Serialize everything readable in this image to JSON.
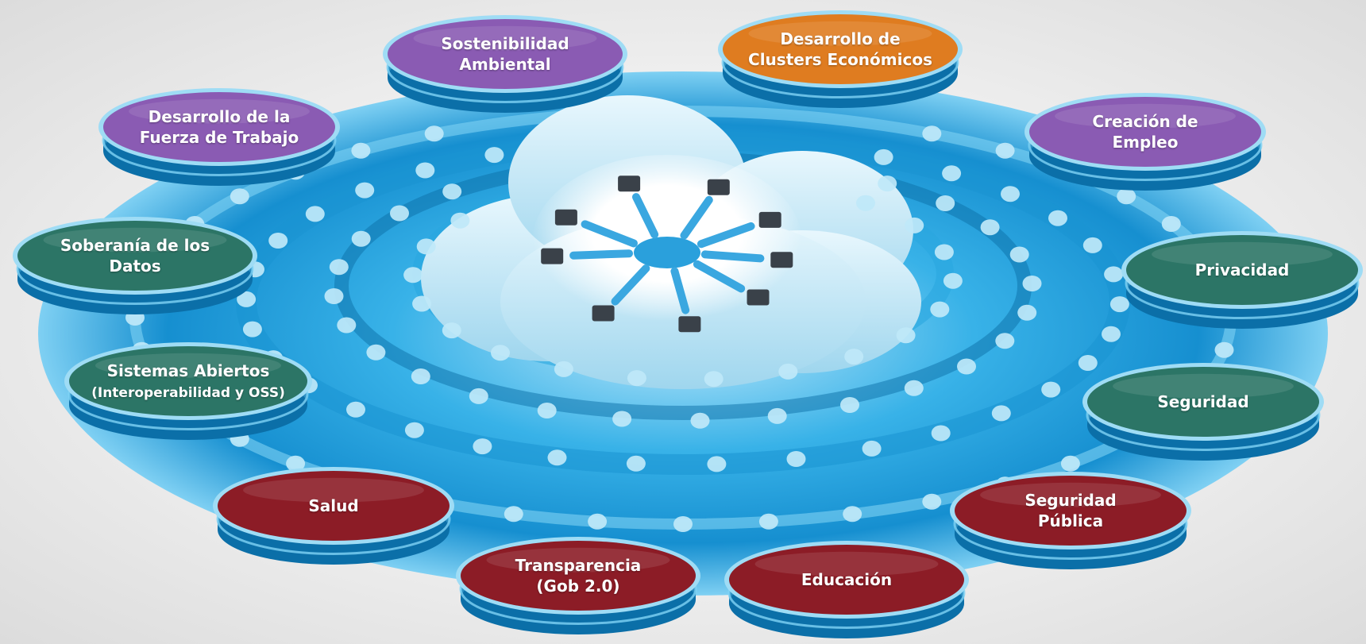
{
  "palette": {
    "purple": "#8a5bb3",
    "orange": "#df7c20",
    "teal": "#2c7566",
    "crimson": "#8c1c26",
    "ring_blue": "#2aa7df",
    "ring_dark": "#0a74b0",
    "dot": "#bfe8f8"
  },
  "center": {
    "icon": "cloud-computing-network-icon"
  },
  "nodes": [
    {
      "id": "sostenibilidad",
      "label": "Sostenibilidad\nAmbiental",
      "color": "purple"
    },
    {
      "id": "clusters",
      "label": "Desarrollo de\nClusters Económicos",
      "color": "orange"
    },
    {
      "id": "fuerza-trabajo",
      "label": "Desarrollo de la\nFuerza de Trabajo",
      "color": "purple"
    },
    {
      "id": "empleo",
      "label": "Creación de\nEmpleo",
      "color": "purple"
    },
    {
      "id": "soberania",
      "label": "Soberanía de los\nDatos",
      "color": "teal"
    },
    {
      "id": "privacidad",
      "label": "Privacidad",
      "color": "teal"
    },
    {
      "id": "sistemas-abiertos",
      "label": "Sistemas Abiertos",
      "sublabel": "(Interoperabilidad y OSS)",
      "color": "teal"
    },
    {
      "id": "seguridad",
      "label": "Seguridad",
      "color": "teal"
    },
    {
      "id": "salud",
      "label": "Salud",
      "color": "crimson"
    },
    {
      "id": "seguridad-publica",
      "label": "Seguridad\nPública",
      "color": "crimson"
    },
    {
      "id": "transparencia",
      "label": "Transparencia\n(Gob 2.0)",
      "color": "crimson"
    },
    {
      "id": "educacion",
      "label": "Educación",
      "color": "crimson"
    }
  ]
}
